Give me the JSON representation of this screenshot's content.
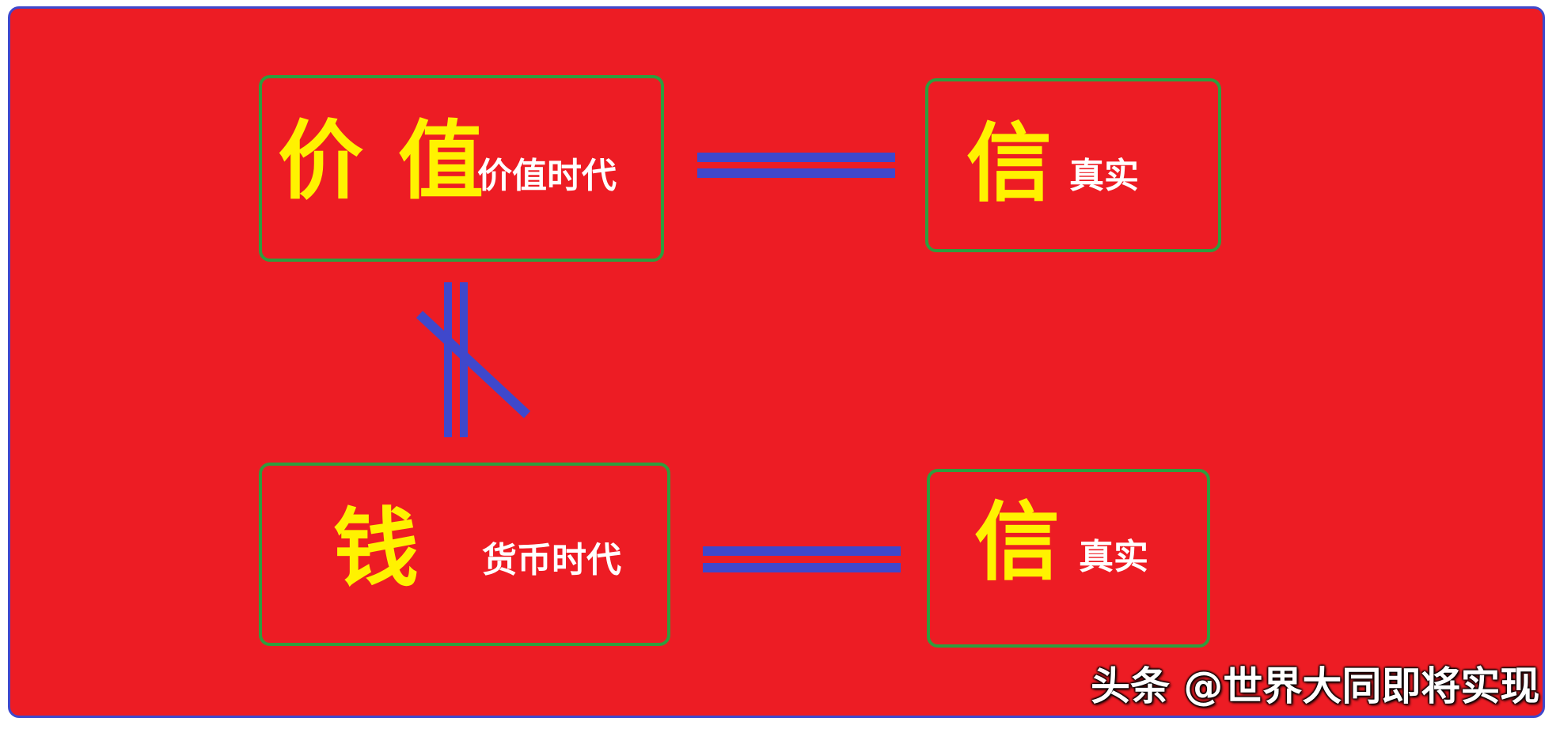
{
  "colors": {
    "background": "#ED1C24",
    "border": "#3F48CC",
    "box_border": "#2E9E3E",
    "big_text": "#FFF200",
    "small_text": "#FFFFFF",
    "connector": "#3F48CC"
  },
  "top_left": {
    "big_1": "价",
    "big_2": "值",
    "caption": "价值时代"
  },
  "top_right": {
    "big": "信",
    "caption": "真实"
  },
  "bottom_left": {
    "big": "钱",
    "caption": "货币时代"
  },
  "bottom_right": {
    "big": "信",
    "caption": "真实"
  },
  "watermark": "头条 @世界大同即将实现"
}
